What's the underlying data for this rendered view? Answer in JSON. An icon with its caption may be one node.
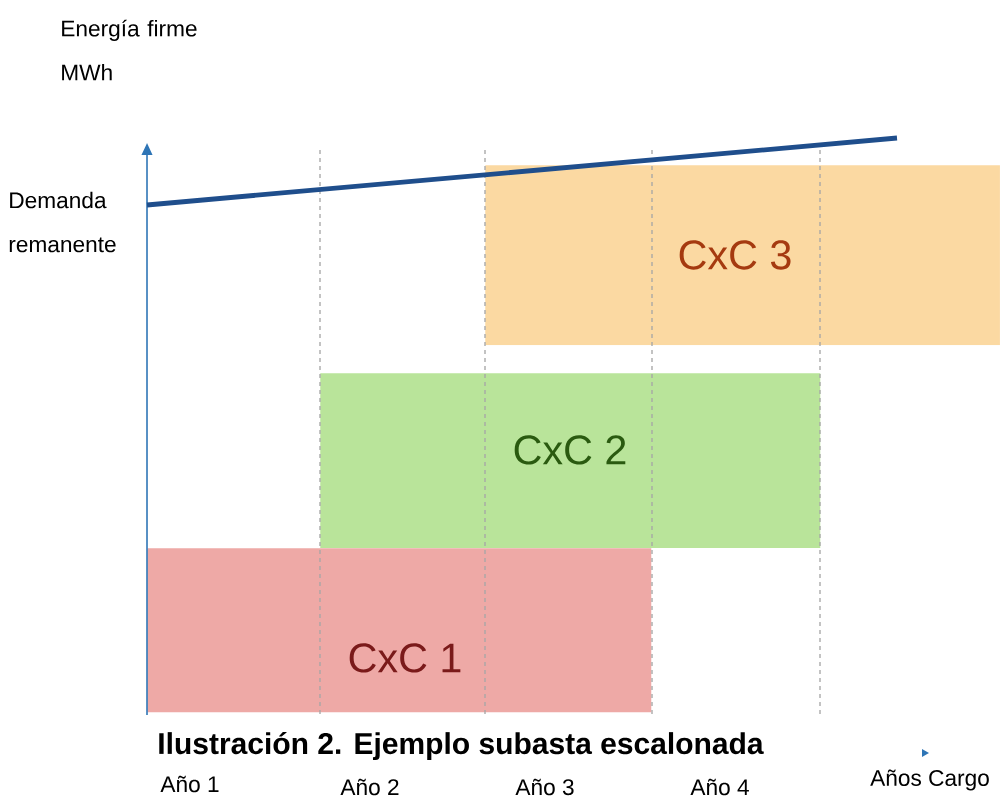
{
  "diagram": {
    "caption": "Ilustración 2. Ejemplo subasta escalonada",
    "nodes": [
      {
        "text": [
          "CxC 3"
        ]
      },
      {
        "text": [
          "CxC 2"
        ]
      },
      {
        "text": [
          "CxC 1"
        ]
      }
    ],
    "labels": [
      "Energía firme MWh",
      "Demanda remanente",
      "Año 1",
      "Año 2",
      "Año 3",
      "Año 4",
      "Años Cargo"
    ]
  }
}
